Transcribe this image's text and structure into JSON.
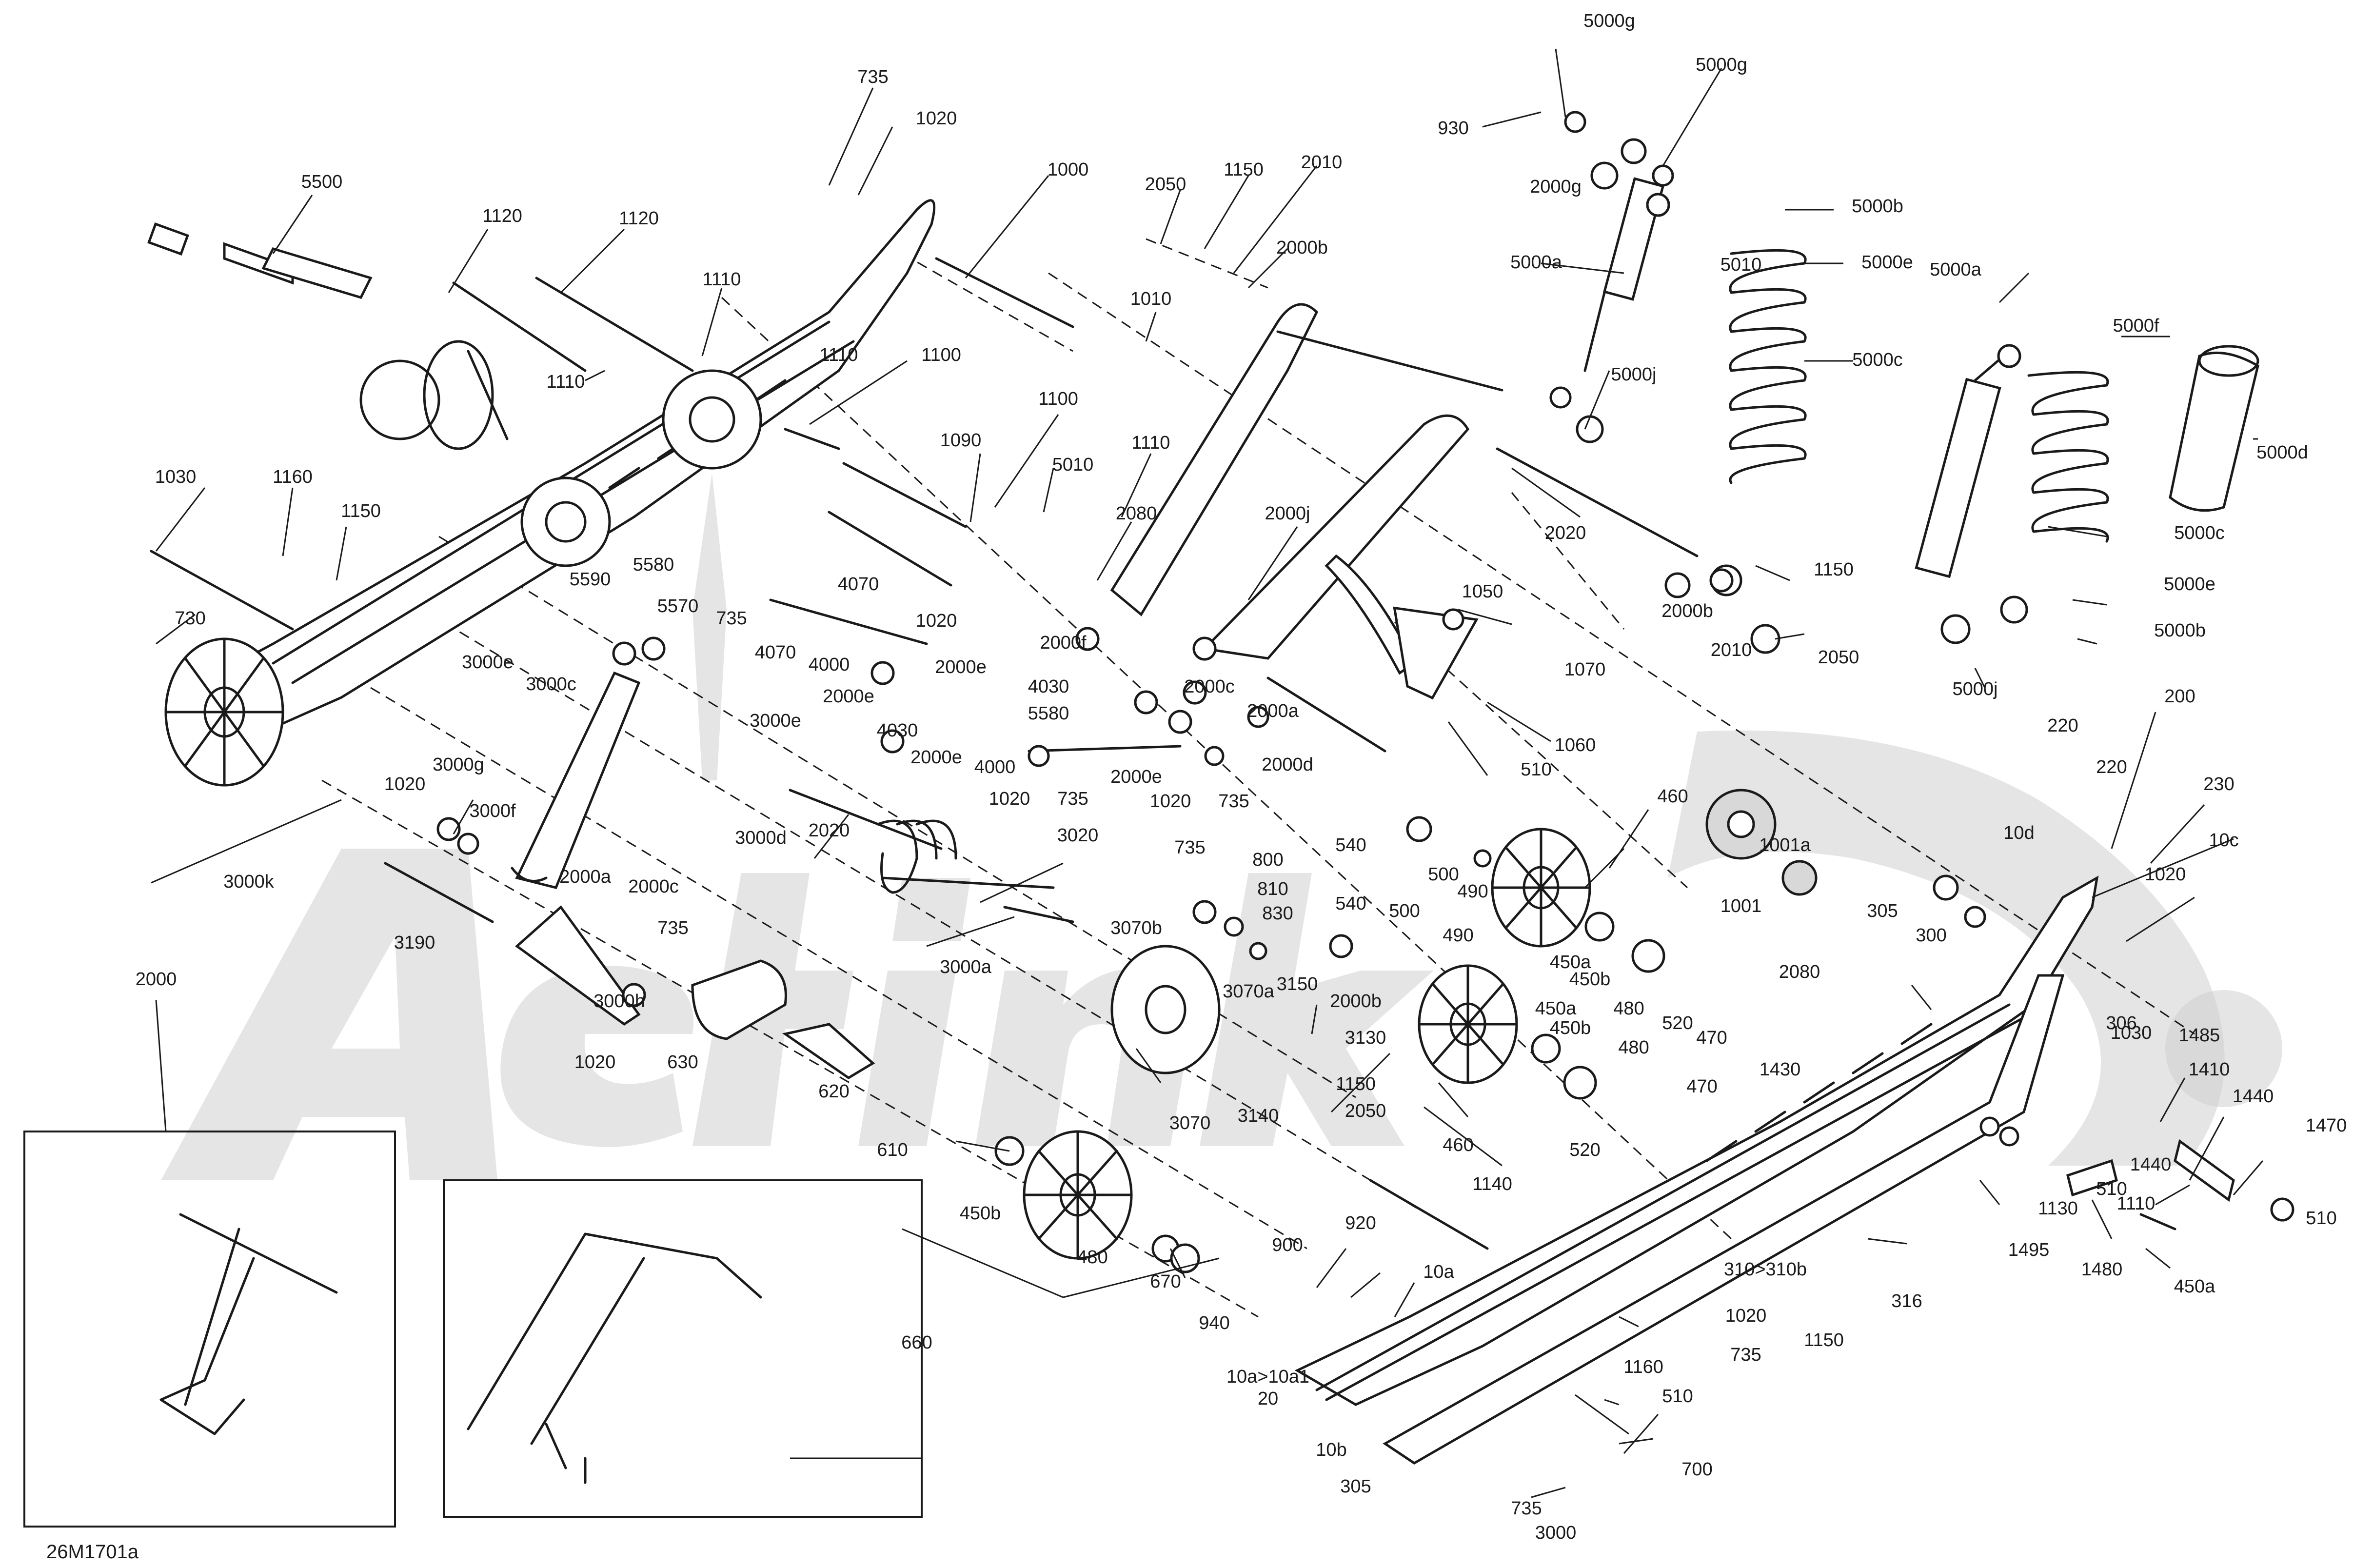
{
  "figure_id": "26M1701a",
  "callouts": [
    {
      "text": "735"
    },
    {
      "text": "1020"
    },
    {
      "text": "5500"
    },
    {
      "text": "1120"
    },
    {
      "text": "1120"
    },
    {
      "text": "1110"
    },
    {
      "text": "1110"
    },
    {
      "text": "1000"
    },
    {
      "text": "2050"
    },
    {
      "text": "1150"
    },
    {
      "text": "2010"
    },
    {
      "text": "2000b"
    },
    {
      "text": "1010"
    },
    {
      "text": "1110"
    },
    {
      "text": "1100"
    },
    {
      "text": "1100"
    },
    {
      "text": "1090"
    },
    {
      "text": "5010"
    },
    {
      "text": "1110"
    },
    {
      "text": "1030"
    },
    {
      "text": "1160"
    },
    {
      "text": "1150"
    },
    {
      "text": "730"
    },
    {
      "text": "5590"
    },
    {
      "text": "5580"
    },
    {
      "text": "5570"
    },
    {
      "text": "735"
    },
    {
      "text": "3000e"
    },
    {
      "text": "3000c"
    },
    {
      "text": "3000e"
    },
    {
      "text": "1020"
    },
    {
      "text": "3000g"
    },
    {
      "text": "3000f"
    },
    {
      "text": "3000k"
    },
    {
      "text": "3000d"
    },
    {
      "text": "4070"
    },
    {
      "text": "1020"
    },
    {
      "text": "4070"
    },
    {
      "text": "4000"
    },
    {
      "text": "2000e"
    },
    {
      "text": "2000e"
    },
    {
      "text": "4030"
    },
    {
      "text": "4030"
    },
    {
      "text": "2000e"
    },
    {
      "text": "5580"
    },
    {
      "text": "4000"
    },
    {
      "text": "1020"
    },
    {
      "text": "735"
    },
    {
      "text": "2000e"
    },
    {
      "text": "1020"
    },
    {
      "text": "735"
    },
    {
      "text": "2080"
    },
    {
      "text": "2000f"
    },
    {
      "text": "2000j"
    },
    {
      "text": "2000c"
    },
    {
      "text": "2000a"
    },
    {
      "text": "2000d"
    },
    {
      "text": "930"
    },
    {
      "text": "5000g"
    },
    {
      "text": "5000g"
    },
    {
      "text": "2000g"
    },
    {
      "text": "5000a"
    },
    {
      "text": "5010"
    },
    {
      "text": "5000b"
    },
    {
      "text": "5000e"
    },
    {
      "text": "5000c"
    },
    {
      "text": "5000j"
    },
    {
      "text": "2020"
    },
    {
      "text": "2000b"
    },
    {
      "text": "2010"
    },
    {
      "text": "1150"
    },
    {
      "text": "2050"
    },
    {
      "text": "1050"
    },
    {
      "text": "1070"
    },
    {
      "text": "1060"
    },
    {
      "text": "510"
    },
    {
      "text": "5000a"
    },
    {
      "text": "5000f"
    },
    {
      "text": "5000d"
    },
    {
      "text": "5000c"
    },
    {
      "text": "5000e"
    },
    {
      "text": "5000b"
    },
    {
      "text": "5000j"
    },
    {
      "text": "2020"
    },
    {
      "text": "3020"
    },
    {
      "text": "2000a"
    },
    {
      "text": "2000c"
    },
    {
      "text": "735"
    },
    {
      "text": "3190"
    },
    {
      "text": "3000h"
    },
    {
      "text": "1020"
    },
    {
      "text": "3000a"
    },
    {
      "text": "3070b"
    },
    {
      "text": "735"
    },
    {
      "text": "800"
    },
    {
      "text": "810"
    },
    {
      "text": "830"
    },
    {
      "text": "3070a"
    },
    {
      "text": "3150"
    },
    {
      "text": "3070"
    },
    {
      "text": "3140"
    },
    {
      "text": "630"
    },
    {
      "text": "620"
    },
    {
      "text": "610"
    },
    {
      "text": "460"
    },
    {
      "text": "540"
    },
    {
      "text": "500"
    },
    {
      "text": "490"
    },
    {
      "text": "540"
    },
    {
      "text": "500"
    },
    {
      "text": "490"
    },
    {
      "text": "450a"
    },
    {
      "text": "450b"
    },
    {
      "text": "480"
    },
    {
      "text": "2000b"
    },
    {
      "text": "3130"
    },
    {
      "text": "1150"
    },
    {
      "text": "2050"
    },
    {
      "text": "450a"
    },
    {
      "text": "450b"
    },
    {
      "text": "480"
    },
    {
      "text": "520"
    },
    {
      "text": "470"
    },
    {
      "text": "470"
    },
    {
      "text": "520"
    },
    {
      "text": "460"
    },
    {
      "text": "1140"
    },
    {
      "text": "1001a"
    },
    {
      "text": "1001"
    },
    {
      "text": "305"
    },
    {
      "text": "300"
    },
    {
      "text": "220"
    },
    {
      "text": "200"
    },
    {
      "text": "220"
    },
    {
      "text": "230"
    },
    {
      "text": "10d"
    },
    {
      "text": "10c"
    },
    {
      "text": "1020"
    },
    {
      "text": "306"
    },
    {
      "text": "1030"
    },
    {
      "text": "1485"
    },
    {
      "text": "2080"
    },
    {
      "text": "1430"
    },
    {
      "text": "1410"
    },
    {
      "text": "1440"
    },
    {
      "text": "1470"
    },
    {
      "text": "1440"
    },
    {
      "text": "510"
    },
    {
      "text": "510"
    },
    {
      "text": "1110"
    },
    {
      "text": "1130"
    },
    {
      "text": "1495"
    },
    {
      "text": "1480"
    },
    {
      "text": "450a"
    },
    {
      "text": "450b"
    },
    {
      "text": "480"
    },
    {
      "text": "670"
    },
    {
      "text": "660"
    },
    {
      "text": "940"
    },
    {
      "text": "900"
    },
    {
      "text": "920"
    },
    {
      "text": "10a"
    },
    {
      "text": "10a>10a1"
    },
    {
      "text": "20"
    },
    {
      "text": "10b"
    },
    {
      "text": "305"
    },
    {
      "text": "310>310b"
    },
    {
      "text": "316"
    },
    {
      "text": "1150"
    },
    {
      "text": "1020"
    },
    {
      "text": "1160"
    },
    {
      "text": "735"
    },
    {
      "text": "510"
    },
    {
      "text": "700"
    },
    {
      "text": "735"
    },
    {
      "text": "3000"
    },
    {
      "text": "2000"
    }
  ]
}
